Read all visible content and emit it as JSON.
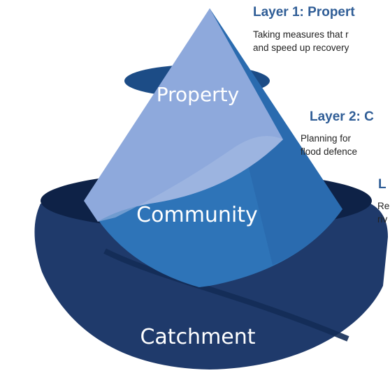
{
  "layers": [
    {
      "cone_label": "Property",
      "title": "Layer 1: Propert",
      "desc_line1": "Taking measures that r",
      "desc_line2": "and speed up recovery",
      "color": "#8ea9dc"
    },
    {
      "cone_label": "Community",
      "title": "Layer 2: C",
      "desc_line1": "Planning for",
      "desc_line2": "flood defence",
      "color": "#2e74b8"
    },
    {
      "cone_label": "Catchment",
      "title": "L",
      "desc_line1": "Re",
      "desc_line2": "riv",
      "color": "#1f3a6b"
    }
  ],
  "colors": {
    "title_blue": "#2f5d96",
    "catchment": "#1f3a6b",
    "catchment_rim": "#0e2247",
    "community": "#2e74b8",
    "community_rim": "#1c4c86",
    "property": "#8ea9dc"
  }
}
